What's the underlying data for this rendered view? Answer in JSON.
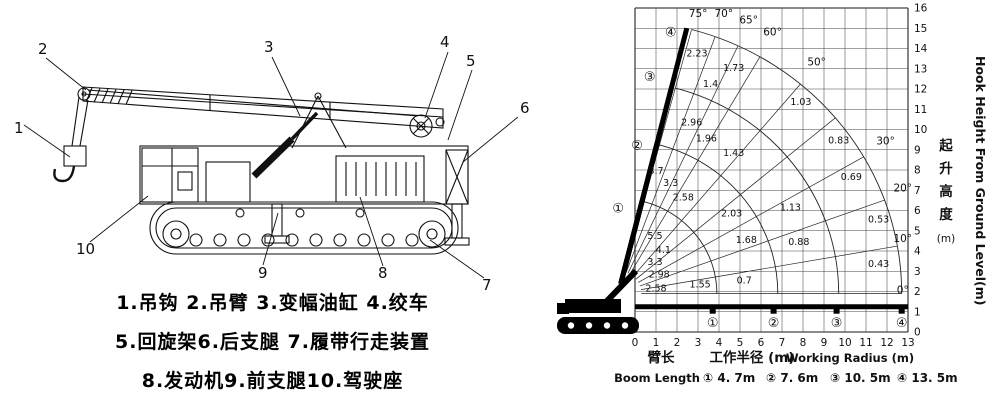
{
  "colors": {
    "ink": "#111111",
    "background": "#ffffff"
  },
  "diagram": {
    "callouts": [
      "1",
      "2",
      "3",
      "4",
      "5",
      "6",
      "7",
      "8",
      "9",
      "10"
    ],
    "caption_lines": [
      "1.吊钩 2.吊臂 3.变幅油缸 4.绞车",
      "5.回旋架6.后支腿 7.履带行走装置",
      "8.发动机9.前支腿10.驾驶座"
    ]
  },
  "chart_data": {
    "type": "line",
    "xlabel_cn": "工作半径 (m)",
    "xlabel_en": "Working Radius (m)",
    "ylabel_cn": "起升高度(m)",
    "ylabel_en": "Hook Height From Ground Level(m)",
    "boom_length_cn": "臂长",
    "boom_length_en": "Boom Length",
    "xlim": [
      0,
      13
    ],
    "ylim": [
      0,
      16
    ],
    "x_ticks": [
      0,
      1,
      2,
      3,
      4,
      5,
      6,
      7,
      8,
      9,
      10,
      11,
      12,
      13
    ],
    "y_ticks": [
      0,
      1,
      2,
      3,
      4,
      5,
      6,
      7,
      8,
      9,
      10,
      11,
      12,
      13,
      14,
      15,
      16
    ],
    "grid": true,
    "pivot": {
      "x": -0.8,
      "y": 1.9
    },
    "ground_level_y": 1.25,
    "boom_angle_deg": 76,
    "booms": [
      {
        "marker": "①",
        "length_m": 4.7,
        "length_label": "4. 7m"
      },
      {
        "marker": "②",
        "length_m": 7.6,
        "length_label": "7. 6m"
      },
      {
        "marker": "③",
        "length_m": 10.5,
        "length_label": "10. 5m"
      },
      {
        "marker": "④",
        "length_m": 13.5,
        "length_label": "13. 5m"
      }
    ],
    "angle_lines_deg": [
      0,
      10,
      20,
      30,
      40,
      50,
      60,
      65,
      70,
      75
    ],
    "angle_labels": [
      {
        "deg": 75,
        "label": "75°"
      },
      {
        "deg": 70,
        "label": "70°"
      },
      {
        "deg": 65,
        "label": "65°"
      },
      {
        "deg": 60,
        "label": "60°"
      },
      {
        "deg": 50,
        "label": "50°"
      },
      {
        "deg": 30,
        "label": "30°"
      },
      {
        "deg": 20,
        "label": "20°"
      },
      {
        "deg": 10,
        "label": "10°"
      },
      {
        "deg": 0,
        "label": "0°"
      }
    ],
    "boom_markers_left": [
      {
        "t": "④",
        "x": 1.7,
        "y": 14.8
      },
      {
        "t": "③",
        "x": 0.7,
        "y": 12.6
      },
      {
        "t": "②",
        "x": 0.1,
        "y": 9.2
      },
      {
        "t": "①",
        "x": -0.8,
        "y": 6.1
      }
    ],
    "boom_markers_bottom": [
      {
        "t": "①",
        "x": 3.7
      },
      {
        "t": "②",
        "x": 6.6
      },
      {
        "t": "③",
        "x": 9.6
      },
      {
        "t": "④",
        "x": 12.7
      }
    ],
    "capacity_labels": [
      {
        "t": "2.23",
        "x": 2.95,
        "y": 13.6
      },
      {
        "t": "1.73",
        "x": 4.7,
        "y": 12.9
      },
      {
        "t": "1.4",
        "x": 3.6,
        "y": 12.1
      },
      {
        "t": "1.03",
        "x": 7.9,
        "y": 11.2
      },
      {
        "t": "0.83",
        "x": 9.7,
        "y": 9.3
      },
      {
        "t": "0.69",
        "x": 10.3,
        "y": 7.5
      },
      {
        "t": "0.53",
        "x": 11.6,
        "y": 5.4
      },
      {
        "t": "0.43",
        "x": 11.6,
        "y": 3.2
      },
      {
        "t": "2.96",
        "x": 2.7,
        "y": 10.2
      },
      {
        "t": "1.96",
        "x": 3.4,
        "y": 9.4
      },
      {
        "t": "1.43",
        "x": 4.7,
        "y": 8.7
      },
      {
        "t": "1.13",
        "x": 7.4,
        "y": 6.0
      },
      {
        "t": "0.88",
        "x": 7.8,
        "y": 4.3
      },
      {
        "t": "0.7",
        "x": 5.2,
        "y": 2.4
      },
      {
        "t": "3.7",
        "x": 1.0,
        "y": 7.8
      },
      {
        "t": "3.3",
        "x": 1.7,
        "y": 7.2
      },
      {
        "t": "2.58",
        "x": 2.3,
        "y": 6.5
      },
      {
        "t": "2.03",
        "x": 4.6,
        "y": 5.7
      },
      {
        "t": "1.68",
        "x": 5.3,
        "y": 4.4
      },
      {
        "t": "1.55",
        "x": 3.1,
        "y": 2.2
      },
      {
        "t": "5.5",
        "x": 0.95,
        "y": 4.6
      },
      {
        "t": "4.1",
        "x": 1.35,
        "y": 3.9
      },
      {
        "t": "3.3",
        "x": 0.95,
        "y": 3.3
      },
      {
        "t": "2.98",
        "x": 1.15,
        "y": 2.7
      },
      {
        "t": "2.58",
        "x": 1.0,
        "y": 2.0
      }
    ]
  }
}
